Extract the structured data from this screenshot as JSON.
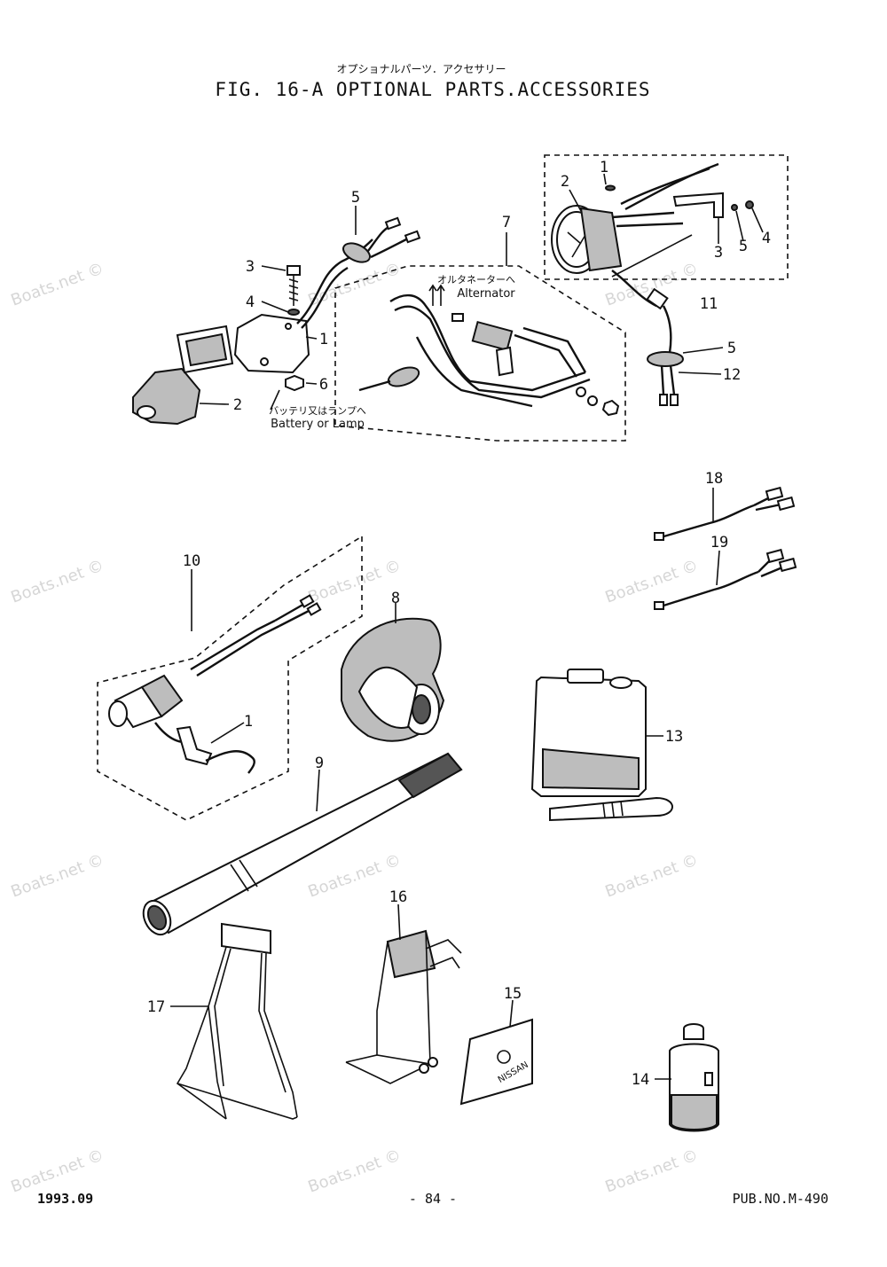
{
  "header": {
    "subtitle_jp": "オプショナルパーツ．アクセサリー",
    "title": "FIG. 16-A OPTIONAL PARTS.ACCESSORIES"
  },
  "watermark": "Boats.net ©",
  "annotations": {
    "alternator_jp": "オルタネーターへ",
    "alternator": "Alternator",
    "battery_jp": "バッテリ又はランプへ",
    "battery": "Battery or Lamp"
  },
  "part_callouts": [
    {
      "id": "tl-5",
      "number": "5"
    },
    {
      "id": "tl-3",
      "number": "3"
    },
    {
      "id": "tl-4",
      "number": "4"
    },
    {
      "id": "tl-1",
      "number": "1"
    },
    {
      "id": "tl-6",
      "number": "6"
    },
    {
      "id": "tl-2",
      "number": "2"
    },
    {
      "id": "c-7",
      "number": "7"
    },
    {
      "id": "tr-1",
      "number": "1"
    },
    {
      "id": "tr-2",
      "number": "2"
    },
    {
      "id": "tr-3",
      "number": "3"
    },
    {
      "id": "tr-5a",
      "number": "5"
    },
    {
      "id": "tr-4",
      "number": "4"
    },
    {
      "id": "tr-11",
      "number": "11"
    },
    {
      "id": "tr-5b",
      "number": "5"
    },
    {
      "id": "tr-12",
      "number": "12"
    },
    {
      "id": "r-18",
      "number": "18"
    },
    {
      "id": "r-19",
      "number": "19"
    },
    {
      "id": "m-10",
      "number": "10"
    },
    {
      "id": "m-1",
      "number": "1"
    },
    {
      "id": "m-8",
      "number": "8"
    },
    {
      "id": "m-9",
      "number": "9"
    },
    {
      "id": "m-13",
      "number": "13"
    },
    {
      "id": "b-16",
      "number": "16"
    },
    {
      "id": "b-17",
      "number": "17"
    },
    {
      "id": "b-15",
      "number": "15"
    },
    {
      "id": "b-14",
      "number": "14"
    }
  ],
  "decal_brand": "NISSAN",
  "footer": {
    "date": "1993.09",
    "page": "- 84 -",
    "pub_no": "PUB.NO.M-490"
  }
}
